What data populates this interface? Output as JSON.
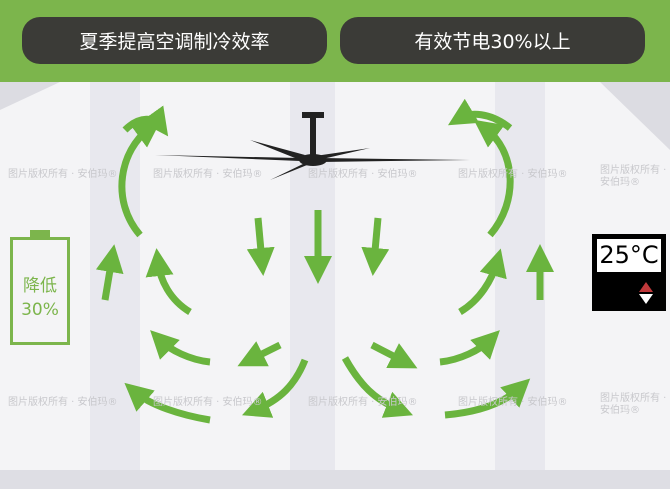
{
  "banner": {
    "left_label": "夏季提高空调制冷效率",
    "right_label": "有效节电30%以上"
  },
  "battery": {
    "line1": "降低",
    "line2": "30%"
  },
  "thermostat": {
    "temperature": "25°C"
  },
  "watermark": "图片版权所有 · 安伯玛®",
  "colors": {
    "green": "#7cb54c",
    "arrow": "#6ab43e",
    "pill": "#3b3b37"
  }
}
